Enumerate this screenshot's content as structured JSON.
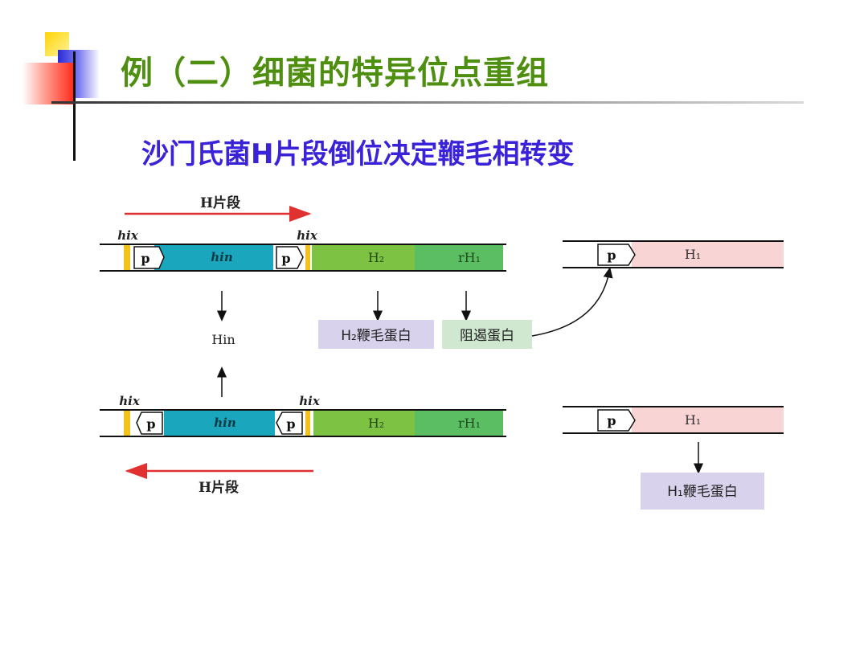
{
  "title": "例（二）细菌的特异位点重组",
  "subtitle": "沙门氏菌H片段倒位决定鞭毛相转变",
  "diagram": {
    "segment_top": "H片段",
    "segment_bottom": "H片段",
    "hix": "hix",
    "p": "p",
    "hin": "hin",
    "h2": "H₂",
    "rh1": "rH₁",
    "h1": "H₁",
    "hin_protein": "Hin",
    "h2_flagellin": "H₂鞭毛蛋白",
    "repressor": "阻遏蛋白",
    "h1_flagellin": "H₁鞭毛蛋白",
    "colors": {
      "hin_teal": "#1aa6bc",
      "h2_green": "#7dc242",
      "rh1_green": "#5cbe62",
      "h1_pink": "#f9d4d4",
      "marker_yellow": "#f2c21a",
      "label_purple": "#d9d2ec",
      "label_green": "#cfe8cf",
      "arrow_red": "#e03030"
    }
  }
}
